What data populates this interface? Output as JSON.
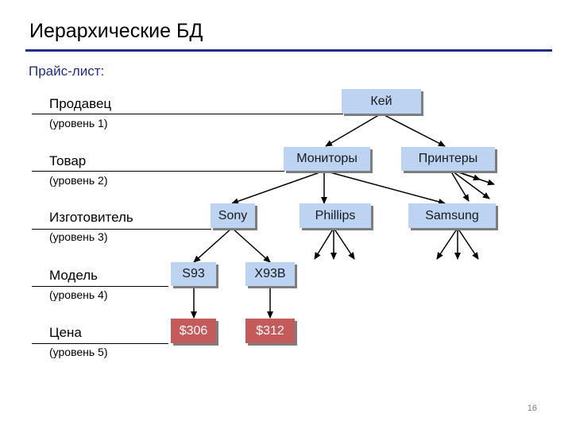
{
  "slide": {
    "title": "Иерархические БД",
    "subtitle": "Прайс-лист:",
    "page_number": "16"
  },
  "levels": [
    {
      "name": "Продавец",
      "note": "(уровень 1)"
    },
    {
      "name": "Товар",
      "note": "(уровень 2)"
    },
    {
      "name": "Изготовитель",
      "note": "(уровень 3)"
    },
    {
      "name": "Модель",
      "note": "(уровень 4)"
    },
    {
      "name": "Цена",
      "note": "(уровень 5)"
    }
  ],
  "nodes": {
    "kei": "Кей",
    "monitors": "Мониторы",
    "printers": "Принтеры",
    "sony": "Sony",
    "phillips": "Phillips",
    "samsung": "Samsung",
    "s93": "S93",
    "x93b": "X93B",
    "price_s93": "$306",
    "price_x93b": "$312"
  },
  "colors": {
    "accent": "#1f2f86",
    "node_fill": "#bcd3f2",
    "price_fill": "#c55a5a",
    "shadow": "#7d7d7d"
  }
}
